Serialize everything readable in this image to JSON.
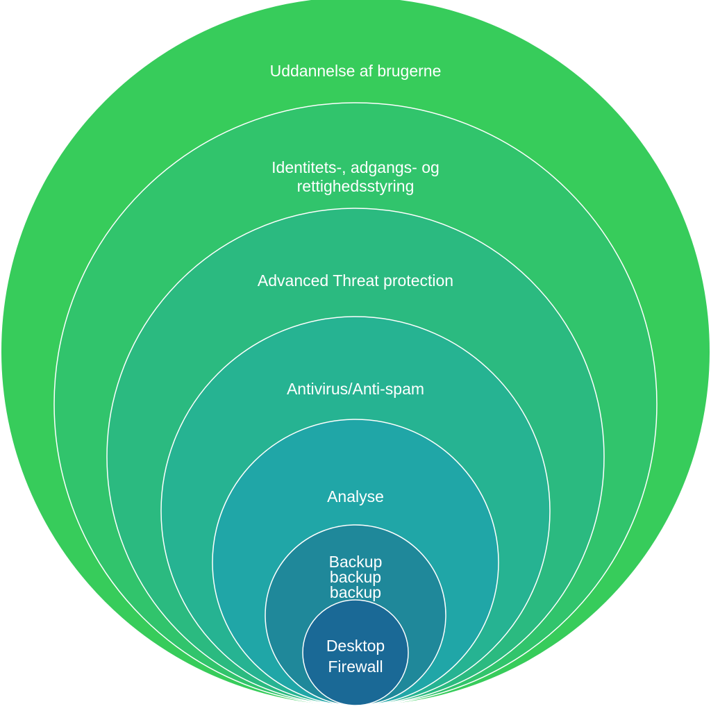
{
  "diagram": {
    "rings": [
      {
        "id": "uddannelse",
        "lines": [
          "Uddannelse af brugerne"
        ],
        "color": "#37cc5b"
      },
      {
        "id": "identitet",
        "lines": [
          "Identitets-, adgangs- og",
          "rettighedsstyring"
        ],
        "color": "#31c46c"
      },
      {
        "id": "atp",
        "lines": [
          "Advanced Threat protection"
        ],
        "color": "#2bba80"
      },
      {
        "id": "antivirus",
        "lines": [
          "Antivirus/Anti-spam"
        ],
        "color": "#26b392"
      },
      {
        "id": "analyse",
        "lines": [
          "Analyse"
        ],
        "color": "#20a6a7"
      },
      {
        "id": "backup",
        "lines": [
          "Backup",
          "backup",
          "backup"
        ],
        "color": "#1f889a"
      },
      {
        "id": "firewall",
        "lines": [
          "Desktop",
          "Firewall"
        ],
        "color": "#1a6996"
      }
    ]
  }
}
